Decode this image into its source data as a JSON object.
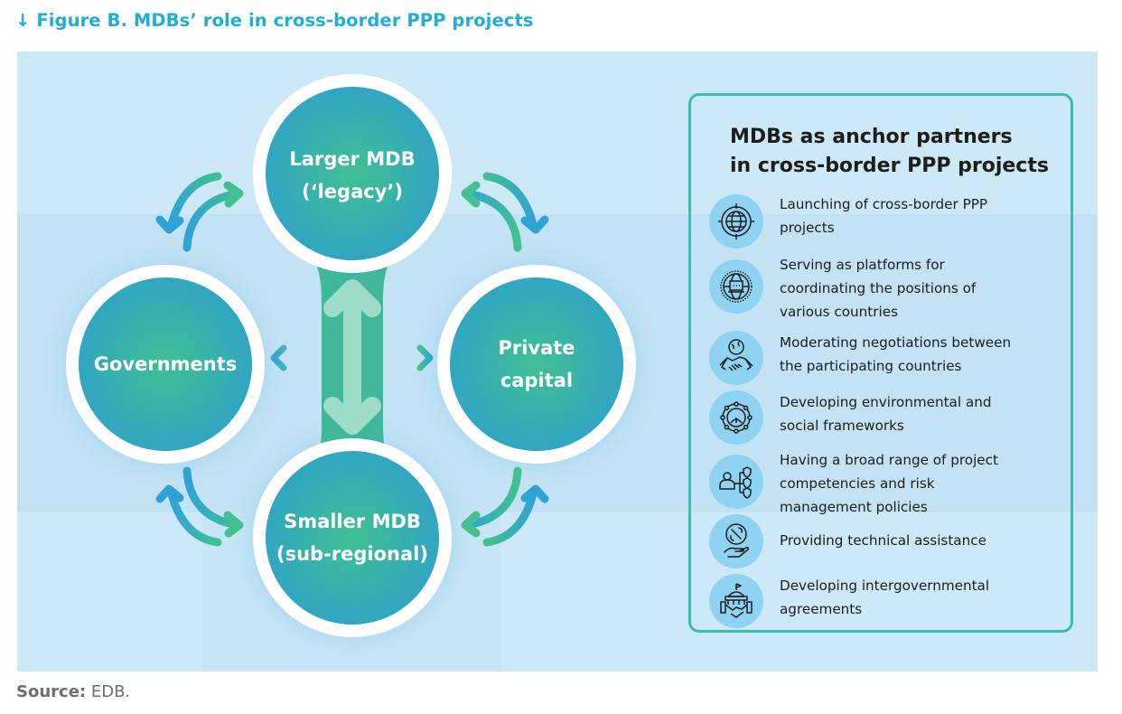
{
  "figure": {
    "title_arrow": "↓",
    "title": "Figure B. MDBs’ role in cross-border PPP projects"
  },
  "colors": {
    "title": "#1eafd9",
    "panel_background": "#cde8f6",
    "node_gradient_center": "#3fbf92",
    "node_gradient_edge": "#31a6c2",
    "node_ring": "#ffffff",
    "connector": "#3fb79a",
    "box_border": "#3bbfa8",
    "icon_circle": "#8fd3f2",
    "arrow_blue": "#2fa3d6",
    "arrow_green": "#42c08f"
  },
  "diagram": {
    "nodes": [
      {
        "id": "larger-mdb",
        "lines": [
          "Larger MDB",
          "(‘legacy’)"
        ]
      },
      {
        "id": "governments",
        "lines": [
          "Governments"
        ]
      },
      {
        "id": "private-capital",
        "lines": [
          "Private",
          "capital"
        ]
      },
      {
        "id": "smaller-mdb",
        "lines": [
          "Smaller MDB",
          "(sub-regional)"
        ]
      }
    ],
    "connections": [
      {
        "from": "larger-mdb",
        "to": "smaller-mdb",
        "type": "bidirectional"
      },
      {
        "from": "connector",
        "to": "governments",
        "type": "one-way"
      },
      {
        "from": "connector",
        "to": "private-capital",
        "type": "one-way"
      },
      {
        "from": "governments",
        "to": "larger-mdb",
        "type": "exchange"
      },
      {
        "from": "larger-mdb",
        "to": "private-capital",
        "type": "exchange"
      },
      {
        "from": "governments",
        "to": "smaller-mdb",
        "type": "exchange"
      },
      {
        "from": "private-capital",
        "to": "smaller-mdb",
        "type": "exchange"
      }
    ]
  },
  "sidebar": {
    "title_lines": [
      "MDBs as anchor partners",
      "in cross-border PPP projects"
    ],
    "items": [
      {
        "icon": "globe-crosshair-icon",
        "lines": [
          "Launching of cross-border PPP",
          "projects"
        ]
      },
      {
        "icon": "globe-laptop-icon",
        "lines": [
          "Serving as platforms for",
          "coordinating the positions of",
          "various countries"
        ]
      },
      {
        "icon": "globe-handshake-icon",
        "lines": [
          "Moderating negotiations between",
          "the participating countries"
        ]
      },
      {
        "icon": "earth-leaf-network-icon",
        "lines": [
          "Developing environmental and",
          "social frameworks"
        ]
      },
      {
        "icon": "person-shield-hierarchy-icon",
        "lines": [
          "Having a broad range of project",
          "competencies and risk",
          "management policies"
        ]
      },
      {
        "icon": "wrench-hand-icon",
        "lines": [
          "Providing technical assistance"
        ]
      },
      {
        "icon": "government-handshake-icon",
        "lines": [
          "Developing intergovernmental",
          "agreements"
        ]
      }
    ]
  },
  "source": {
    "label": "Source:",
    "text": " EDB."
  }
}
